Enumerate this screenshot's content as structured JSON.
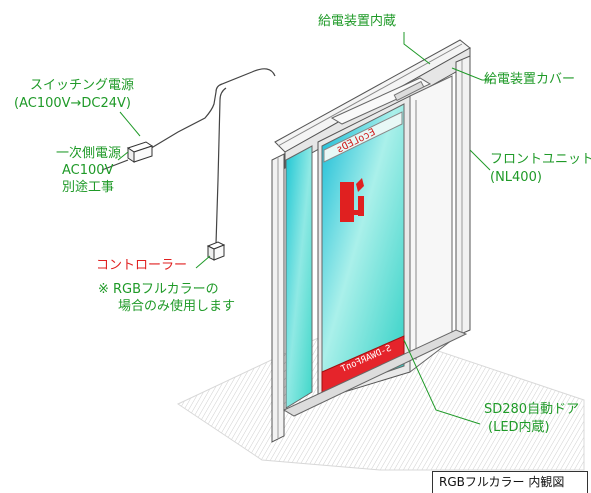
{
  "labels": {
    "power_unit": "給電装置内蔵",
    "power_cover": "給電装置カバー",
    "switching_power_title": "スイッチング電源",
    "switching_power_spec": "(AC100V→DC24V)",
    "primary_power_1": "一次側電源",
    "primary_power_2": "AC100V",
    "primary_power_3": "別途工事",
    "front_unit_1": "フロントユニット",
    "front_unit_2": "(NL400)",
    "controller": "コントローラー",
    "note_1": "※ RGBフルカラーの",
    "note_2": "場合のみ使用します",
    "door_1": "SD280自動ドア",
    "door_2": "(LED内蔵)"
  },
  "door_texts": {
    "top_logo": "EcoLEDs",
    "bottom_band": "S-DWARFonT"
  },
  "title_block": "RGBフルカラー 内観図",
  "colors": {
    "label_green": "#1f9a28",
    "controller_red": "#e02020",
    "glass_cyan": "#2fd0cf",
    "led_red": "#e5242b"
  }
}
